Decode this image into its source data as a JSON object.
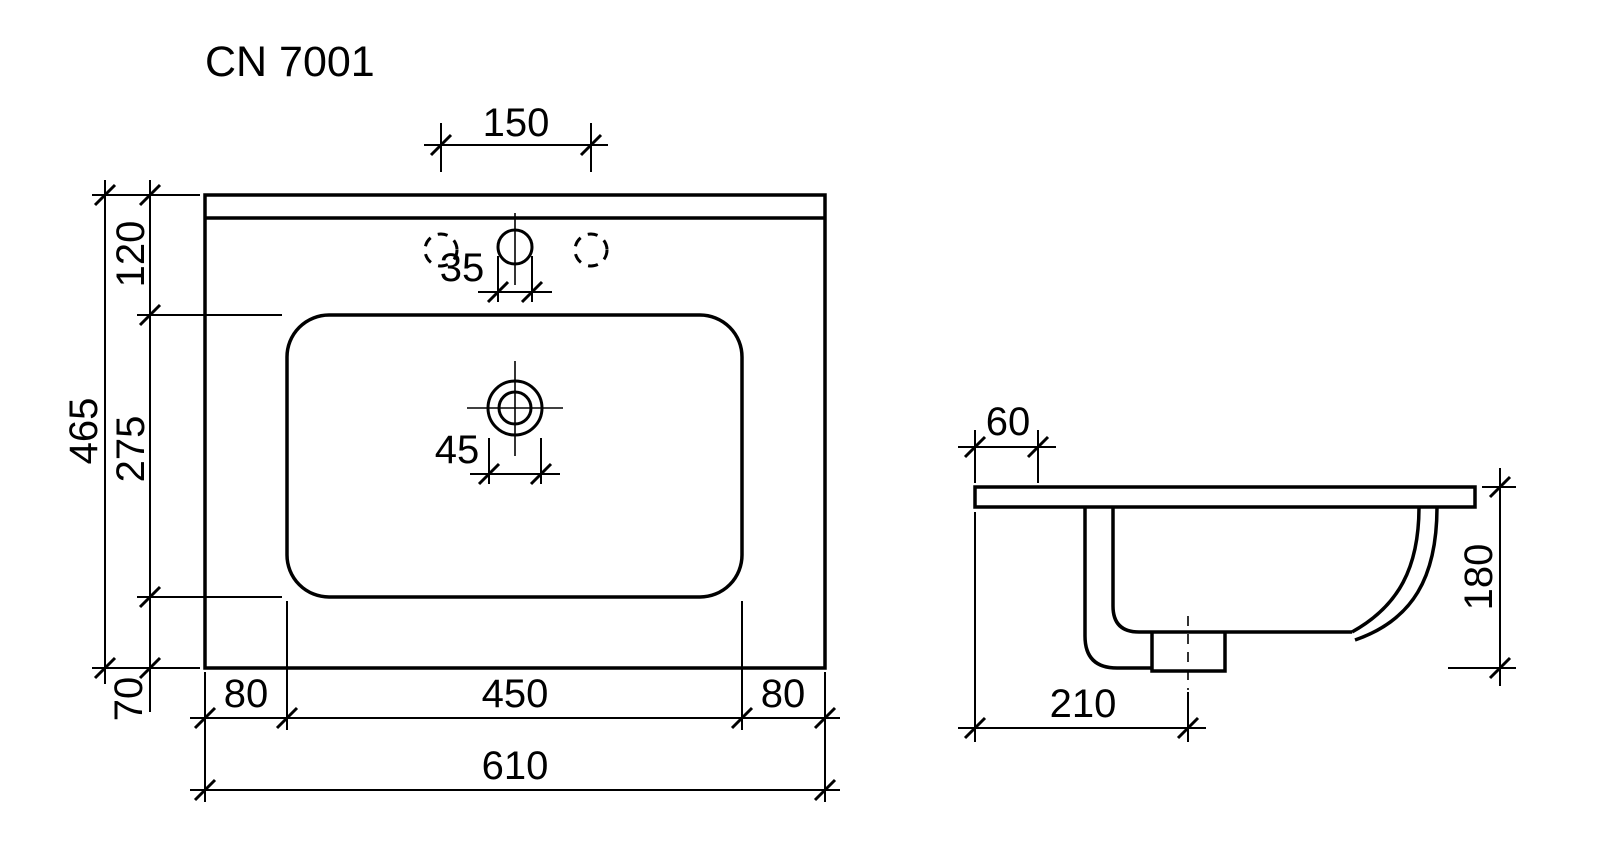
{
  "title": "CN 7001",
  "plan_view": {
    "dimensions": {
      "side_holes_spacing": "150",
      "faucet_hole_diameter": "35",
      "drain_diameter": "45",
      "overall_depth": "465",
      "rim_to_basin_top": "120",
      "basin_depth": "275",
      "basin_to_front_edge": "70",
      "left_rim_width": "80",
      "basin_width": "450",
      "right_rim_width": "80",
      "overall_width": "610"
    }
  },
  "side_view": {
    "dimensions": {
      "front_overhang": "60",
      "overall_height": "180",
      "front_edge_to_drain": "210"
    }
  },
  "colors": {
    "line": "#000000",
    "background": "#ffffff"
  }
}
